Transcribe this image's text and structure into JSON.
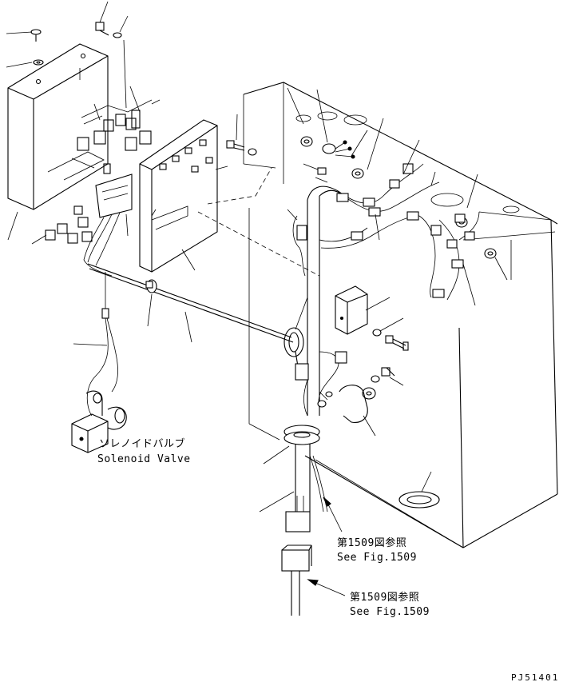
{
  "labels": {
    "solenoid_jp": "ソレノイドバルブ",
    "solenoid_en": "Solenoid Valve",
    "ref1_jp": "第1509図参照",
    "ref1_en": "See Fig.1509",
    "ref2_jp": "第1509図参照",
    "ref2_en": "See Fig.1509",
    "drawing_code": "PJ51401"
  }
}
